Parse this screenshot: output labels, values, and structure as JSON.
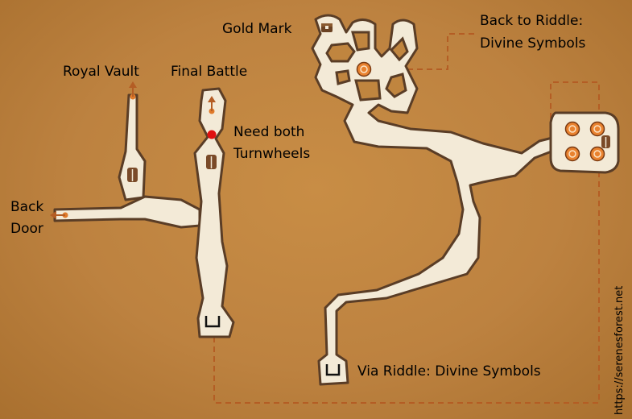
{
  "labels": {
    "gold_mark": "Gold Mark",
    "back_to_riddle": [
      "Back to Riddle:",
      "Divine Symbols"
    ],
    "royal_vault": "Royal Vault",
    "final_battle": "Final Battle",
    "need_both": [
      "Need both",
      "Turnwheels"
    ],
    "back_door": [
      "Back",
      "Door"
    ],
    "via_riddle": "Via Riddle: Divine Symbols"
  },
  "watermark": "https://serenesforest.net",
  "colors": {
    "background": "#c0853f",
    "floor": "#f3ead7",
    "wall": "#5a3d26",
    "route_dashed": "#b45d24",
    "marker_orange": "#e07a2a",
    "blocked_red": "#e01010"
  },
  "icons": [
    "treasure-chest",
    "exit-arrow",
    "door",
    "divine-symbol-switch",
    "stairs",
    "blocked-passage"
  ]
}
